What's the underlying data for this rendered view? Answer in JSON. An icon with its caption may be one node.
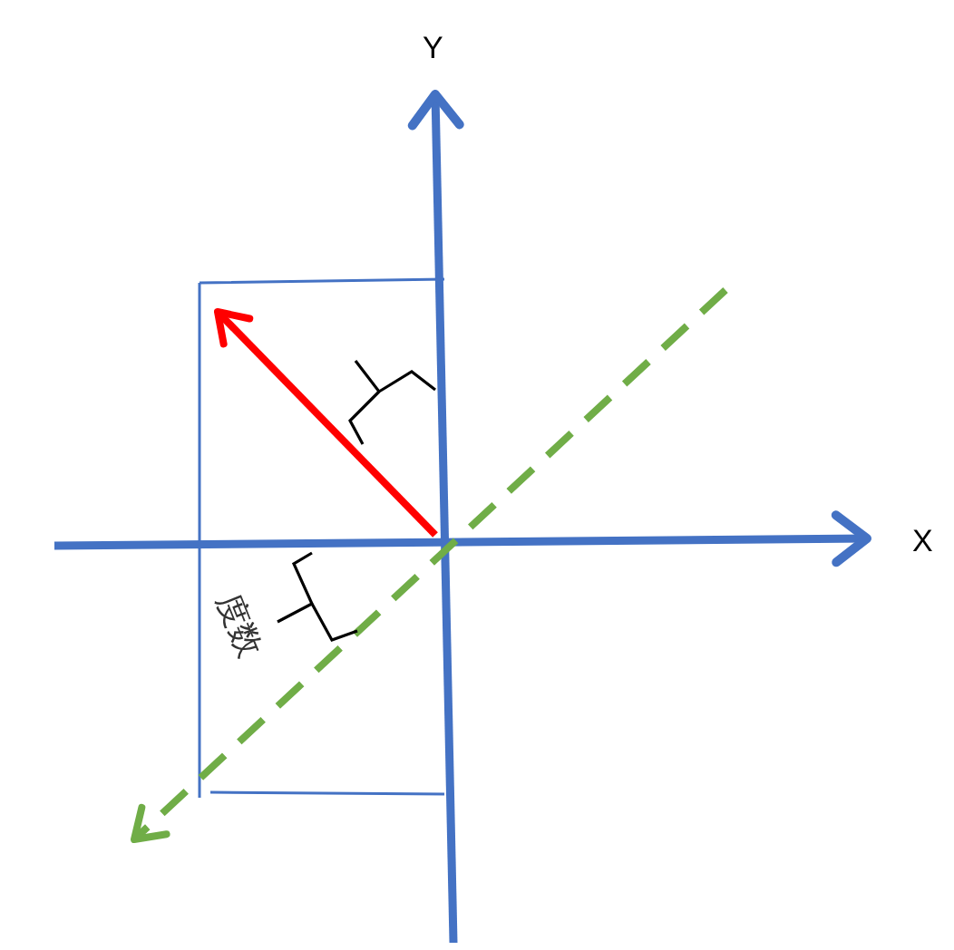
{
  "diagram": {
    "labels": [
      "Y",
      "X",
      "度数"
    ]
  }
}
